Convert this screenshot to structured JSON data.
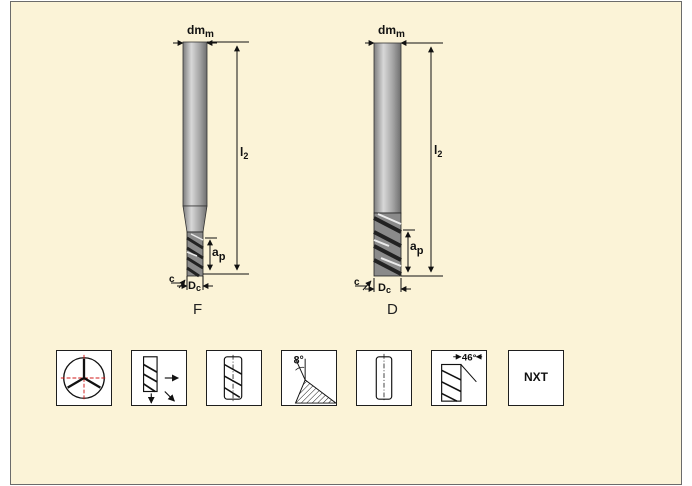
{
  "variants": [
    {
      "id": "F",
      "label": "F",
      "dim_labels": {
        "shank_diameter": "dm",
        "shank_sub": "m",
        "overall_length": "l",
        "overall_sub": "2",
        "cutting_depth": "a",
        "cutting_sub": "p",
        "cutting_diameter": "D",
        "cutting_diameter_sub": "c",
        "chamfer": "c"
      }
    },
    {
      "id": "D",
      "label": "D",
      "dim_labels": {
        "shank_diameter": "dm",
        "shank_sub": "m",
        "overall_length": "l",
        "overall_sub": "2",
        "cutting_depth": "a",
        "cutting_sub": "p",
        "cutting_diameter": "D",
        "cutting_diameter_sub": "c",
        "chamfer": "c"
      }
    }
  ],
  "icons": [
    {
      "name": "three-flute-icon",
      "text": ""
    },
    {
      "name": "feed-direction-icon",
      "text": ""
    },
    {
      "name": "helix-flute-icon",
      "text": ""
    },
    {
      "name": "rake-angle-icon",
      "text": "8°"
    },
    {
      "name": "centerline-shank-icon",
      "text": ""
    },
    {
      "name": "helix-angle-icon",
      "text": "46°"
    },
    {
      "name": "nxt-coating-icon",
      "text": "NXT"
    }
  ],
  "colors": {
    "panel_background": "#fbf3d7",
    "tool_gray": "#9a9a9a",
    "line": "#111111",
    "axis_red": "#d11a1a"
  }
}
